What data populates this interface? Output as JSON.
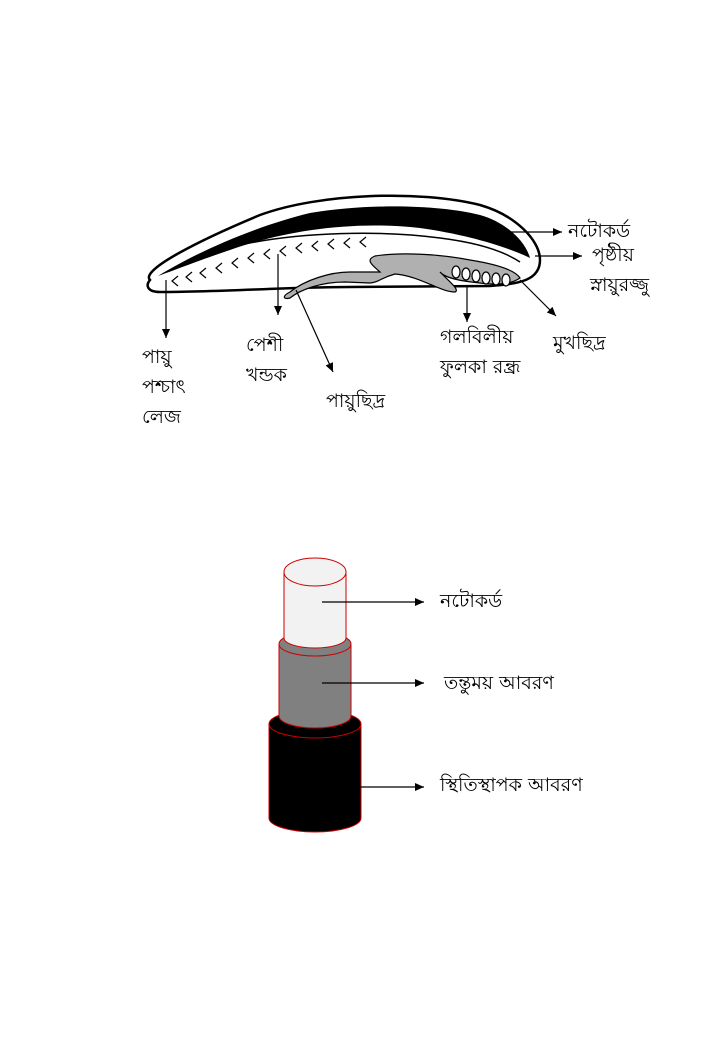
{
  "amphioxus": {
    "labels": {
      "notochord": "নটোকর্ড",
      "dorsal_nerve_cord_line1": "পৃষ্ঠীয়",
      "dorsal_nerve_cord_line2": "স্নায়ুরজ্জু",
      "mouth": "মুখছিদ্র",
      "gill_slits_line1": "গলবিলীয়",
      "gill_slits_line2": "ফুলকা রন্ধ্র",
      "anus": "পায়ুছিদ্র",
      "myotome_line1": "পেশী",
      "myotome_line2": "খন্ডক",
      "tail_line1": "পায়ু",
      "tail_line2": "পশ্চাৎ",
      "tail_line3": "লেজ"
    }
  },
  "notochord_section": {
    "labels": {
      "notochord": "নটোকর্ড",
      "fibrous_sheath": "তন্তুময় আবরণ",
      "elastic_sheath": "স্থিতিস্থাপক আবরণ"
    },
    "colors": {
      "core": "#f2f2f2",
      "fibrous": "#808080",
      "elastic": "#000000",
      "outline": "#cc0000"
    }
  }
}
